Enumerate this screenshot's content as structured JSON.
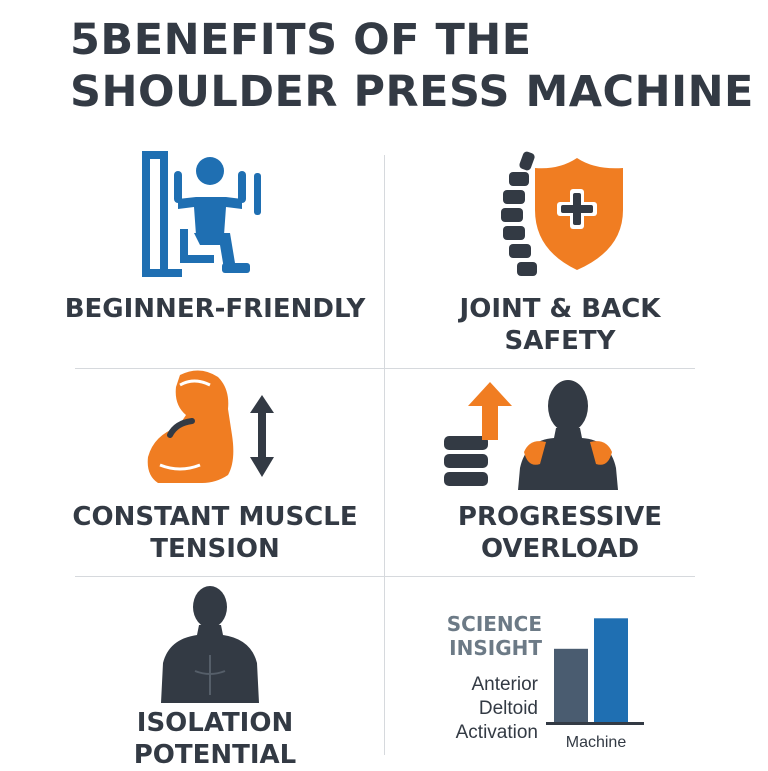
{
  "title": {
    "line1": "5BENEFITS OF THE",
    "line2": "SHOULDER PRESS MACHINE"
  },
  "benefits": [
    {
      "icon": "seated-machine-user-icon",
      "lines": [
        "BEGINNER-FRIENDLY"
      ]
    },
    {
      "icon": "spine-shield-plus-icon",
      "lines": [
        "JOINT & BACK",
        "SAFETY"
      ]
    },
    {
      "icon": "flexed-arm-arrows-icon",
      "lines": [
        "CONSTANT MUSCLE",
        "TENSION"
      ]
    },
    {
      "icon": "weights-arrow-shoulders-icon",
      "lines": [
        "PROGRESSIVE",
        "OVERLOAD"
      ]
    },
    {
      "icon": "torso-silhouette-icon",
      "lines": [
        "ISOLATION",
        "POTENTIAL"
      ]
    }
  ],
  "science": {
    "heading": [
      "SCIENCE",
      "INSIGHT"
    ],
    "metric": [
      "Anterior",
      "Deltoid",
      "Activation"
    ]
  },
  "colors": {
    "dark": "#333a44",
    "blue": "#1f6fb2",
    "orange": "#f07d22",
    "slate": "#4a5c70",
    "divider": "#d6d9dd"
  },
  "chart_data": {
    "type": "bar",
    "categories": [
      "",
      "Machine"
    ],
    "values": [
      0.6,
      0.85
    ],
    "title": "",
    "xlabel": "Machine",
    "ylabel": ""
  }
}
